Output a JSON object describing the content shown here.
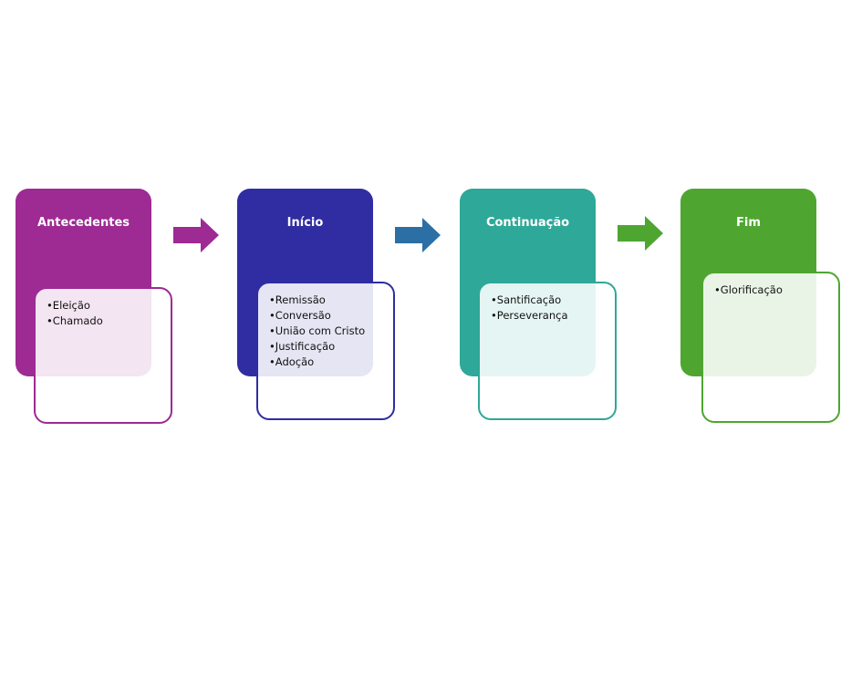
{
  "stages": [
    {
      "title": "Antecedentes",
      "color": "#9e2a93",
      "items": [
        "Eleição",
        "Chamado"
      ]
    },
    {
      "title": "Início",
      "color": "#2f2da1",
      "items": [
        "Remissão",
        "Conversão",
        "União com Cristo",
        "Justificação",
        "Adoção"
      ]
    },
    {
      "title": "Continuação",
      "color": "#2ea898",
      "items": [
        "Santificação",
        "Perseverança"
      ]
    },
    {
      "title": "Fim",
      "color": "#4ea631",
      "items": [
        "Glorificação"
      ]
    }
  ],
  "arrows": [
    {
      "color": "#9e2a93"
    },
    {
      "color": "#2c6fa5"
    },
    {
      "color": "#4ea631"
    }
  ]
}
